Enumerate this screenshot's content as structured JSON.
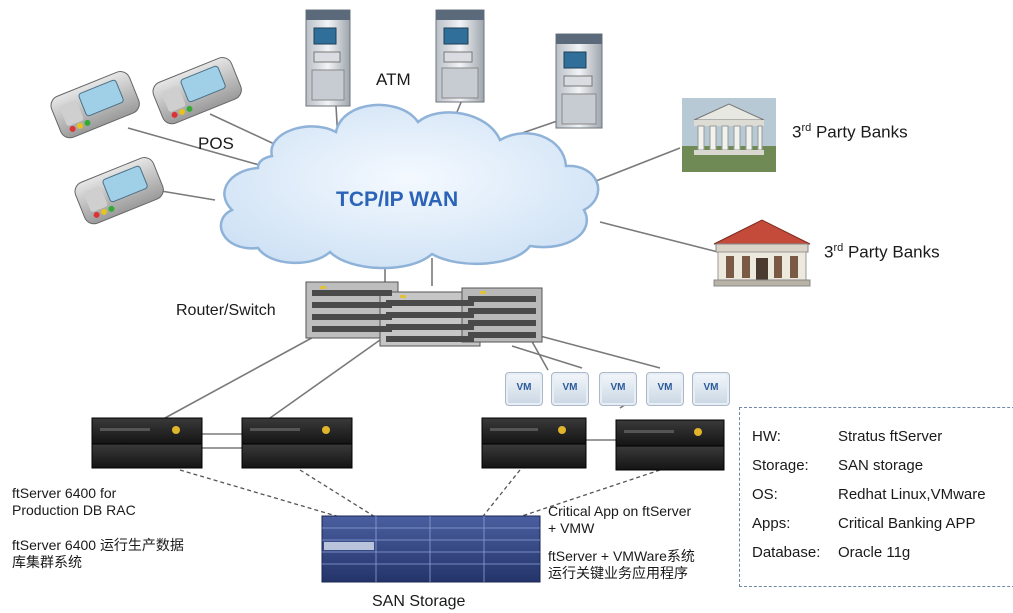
{
  "cloud": {
    "label": "TCP/IP WAN"
  },
  "labels": {
    "atm": "ATM",
    "pos": "POS",
    "bank_prefix": "3",
    "bank_sup": "rd",
    "bank_suffix": " Party Banks",
    "router": "Router/Switch",
    "san": "SAN Storage"
  },
  "vms": [
    "VM",
    "VM",
    "VM",
    "VM",
    "VM"
  ],
  "notes": {
    "left_en_1": "ftServer 6400 for",
    "left_en_2": "Production DB RAC",
    "left_cn_1": "ftServer 6400 运行生产数据",
    "left_cn_2": "库集群系统",
    "right_en_1": "Critical App on ftServer",
    "right_en_2": "+ VMW",
    "right_cn_1": "ftServer + VMWare系统",
    "right_cn_2": "运行关键业务应用程序"
  },
  "info": [
    {
      "key": "HW:",
      "value": "Stratus ftServer"
    },
    {
      "key": "Storage:",
      "value": "SAN storage"
    },
    {
      "key": "OS:",
      "value": "Redhat Linux,VMware"
    },
    {
      "key": "Apps:",
      "value": "Critical Banking APP"
    },
    {
      "key": "Database:",
      "value": "Oracle 11g"
    }
  ],
  "colors": {
    "cloud_fill": "#dbe9f7",
    "cloud_text": "#2a63b8",
    "line": "#7a7a7a"
  }
}
